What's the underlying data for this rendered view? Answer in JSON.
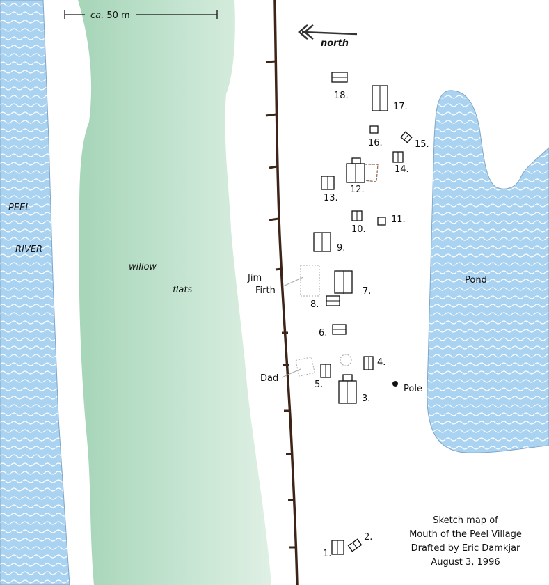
{
  "scale": {
    "label_italic": "ca.",
    "label_rest": " 50 m"
  },
  "north": {
    "label": "north"
  },
  "places": {
    "river_line1": "PEEL",
    "river_line2": "RIVER",
    "willow_line1": "willow",
    "willow_line2": "flats",
    "pond": "Pond",
    "pole": "Pole",
    "jim_line1": "Jim",
    "jim_line2": "Firth",
    "dad": "Dad"
  },
  "buildings": {
    "b1": "1.",
    "b2": "2.",
    "b3": "3.",
    "b4": "4.",
    "b5": "5.",
    "b6": "6.",
    "b7": "7.",
    "b8": "8.",
    "b9": "9.",
    "b10": "10.",
    "b11": "11.",
    "b12": "12.",
    "b13": "13.",
    "b14": "14.",
    "b15": "15.",
    "b16": "16.",
    "b17": "17.",
    "b18": "18."
  },
  "caption": {
    "line1": "Sketch map of",
    "line2": "Mouth of the Peel Village",
    "line3": "Drafted by Eric Damkjar",
    "line4": "August 3, 1996"
  },
  "colors": {
    "water": "#a9d3f0",
    "willow_dark": "#a6d5b8",
    "willow_light": "#dcefe2",
    "road": "#3d2418"
  }
}
